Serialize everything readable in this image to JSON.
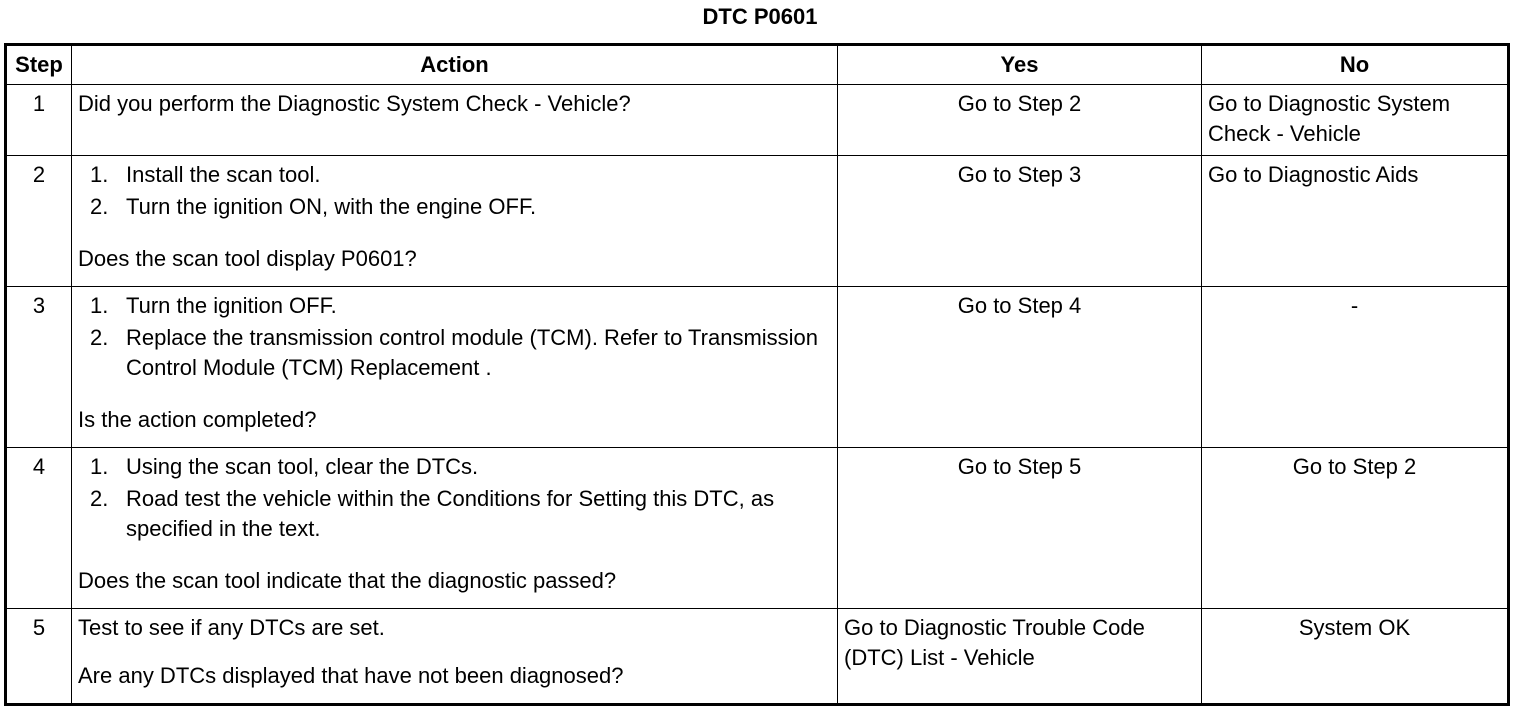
{
  "title": "DTC P0601",
  "headers": {
    "step": "Step",
    "action": "Action",
    "yes": "Yes",
    "no": "No"
  },
  "rows": [
    {
      "step": "1",
      "question": "Did you perform the Diagnostic System Check - Vehicle?",
      "yes": "Go to Step 2",
      "no": "Go to Diagnostic System Check - Vehicle"
    },
    {
      "step": "2",
      "items": [
        {
          "num": "1.",
          "text": "Install the scan tool."
        },
        {
          "num": "2.",
          "text": "Turn the ignition ON, with the engine OFF."
        }
      ],
      "question": "Does the scan tool display P0601?",
      "yes": "Go to Step 3",
      "no": "Go to Diagnostic Aids"
    },
    {
      "step": "3",
      "items": [
        {
          "num": "1.",
          "text": "Turn the ignition OFF."
        },
        {
          "num": "2.",
          "text": "Replace the transmission control module (TCM). Refer to Transmission Control Module (TCM) Replacement ."
        }
      ],
      "question": "Is the action completed?",
      "yes": "Go to Step 4",
      "no": "-"
    },
    {
      "step": "4",
      "items": [
        {
          "num": "1.",
          "text": "Using the scan tool, clear the DTCs."
        },
        {
          "num": "2.",
          "text": "Road test the vehicle within the Conditions for Setting this DTC, as specified in the text."
        }
      ],
      "question": "Does the scan tool indicate that the diagnostic passed?",
      "yes": "Go to Step 5",
      "no": "Go to Step 2"
    },
    {
      "step": "5",
      "lead": "Test to see if any DTCs are set.",
      "question": "Are any DTCs displayed that have not been diagnosed?",
      "yes": "Go to Diagnostic Trouble Code (DTC) List - Vehicle",
      "no": "System OK"
    }
  ]
}
